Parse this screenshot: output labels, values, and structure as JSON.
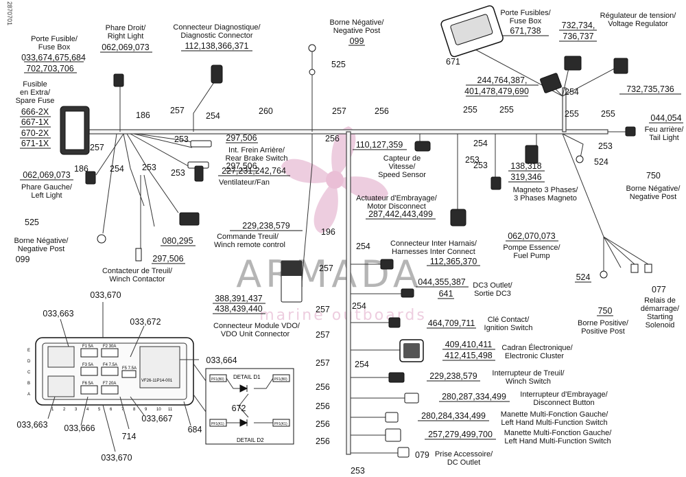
{
  "doc_id": "2870701",
  "labels": {
    "fuse_box_left": [
      "Porte Fusible/",
      "Fuse Box"
    ],
    "fuse_box_left_pn": [
      "033,674,675,684",
      "702,703,706"
    ],
    "spare_fuse": [
      "Fusible",
      "en Extra/",
      "Spare Fuse"
    ],
    "spare_fuse_pn": [
      "666-2X",
      "667-1X",
      "670-2X",
      "671-1X"
    ],
    "right_light": [
      "Phare Droit/",
      "Right Light"
    ],
    "right_light_pn": "062,069,073",
    "diag": [
      "Connecteur Diagnostique/",
      "Diagnostic Connector"
    ],
    "diag_pn": "112,138,366,371",
    "neg_post_top": [
      "Borne Négative/",
      "Negative Post"
    ],
    "neg_post_top_pn": "099",
    "fuse_box_right": [
      "Porte Fusibles/",
      "Fuse Box"
    ],
    "fuse_box_right_pn": "671,738",
    "regulator": [
      "Régulateur de tension/",
      "Voltage Regulator"
    ],
    "regulator_pn": [
      "732,734,",
      "736,737"
    ],
    "pn_671": "671",
    "pn_244": [
      "244,764,387,",
      "401,478,479,690"
    ],
    "pn_732b": "732,735,736",
    "tail_light": [
      "Feu arrière/",
      "Tail Light"
    ],
    "tail_light_pn": "044,054",
    "neg_post_right": [
      "Borne Négative/",
      "Negative Post"
    ],
    "pn_750a": "750",
    "pn_524a": "524",
    "rear_brake": [
      "Int. Frein Arrière/",
      "Rear Brake Switch"
    ],
    "rear_brake_pn": [
      "297,506",
      "297,506"
    ],
    "speed": [
      "Capteur de",
      "Vitesse/",
      "Speed Sensor"
    ],
    "speed_pn": "110,127,359",
    "magneto": [
      "Magneto 3 Phases/",
      "3 Phases Magneto"
    ],
    "magneto_pn": [
      "138,318",
      "319,346"
    ],
    "left_light": [
      "Phare Gauche/",
      "Left Light"
    ],
    "left_light_pn": "062,069,073",
    "fan": "Ventilateur/Fan",
    "fan_pn": "227,231,242,764",
    "winch_remote": [
      "Commande Treuil/",
      "Winch remote control"
    ],
    "winch_remote_pn": "229,238,579",
    "actuator": [
      "Actuateur d'Embrayage/",
      "Motor Disconnect"
    ],
    "actuator_pn": "287,442,443,499",
    "fuel_pump": [
      "Pompe Essence/",
      "Fuel Pump"
    ],
    "fuel_pump_pn": "062,070,073",
    "neg_post_left": [
      "Borne Négative/",
      "Negative Post"
    ],
    "neg_post_left_pn": "099",
    "pn_525a": "525",
    "pn_525b": "525",
    "pn_080": "080,295",
    "winch_contactor": [
      "Contacteur de Treuil/",
      "Winch Contactor"
    ],
    "winch_contactor_pn": "297,506",
    "inter_harness": [
      "Connecteur Inter Harnais/",
      "Harnesses Inter Connect"
    ],
    "inter_harness_pn": "112,365,370",
    "dc3": [
      "DC3 Outlet/",
      "Sortie DC3"
    ],
    "dc3_pn": [
      "044,355,387",
      "641"
    ],
    "vdo": [
      "Connecteur Module VDO/",
      "VDO Unit Connector"
    ],
    "vdo_pn": [
      "388,391,437",
      "438,439,440"
    ],
    "pn_196": "196",
    "ignition": [
      "Clé Contact/",
      "Ignition Switch"
    ],
    "ignition_pn": "464,709,711",
    "cluster": [
      "Cadran Électronique/",
      "Electronic Cluster"
    ],
    "cluster_pn": [
      "409,410,411",
      "412,415,498"
    ],
    "winch_switch": [
      "Interrupteur de Treuil/",
      "Winch Switch"
    ],
    "winch_switch_pn": "229,238,579",
    "disconnect_btn": [
      "Interrupteur d'Embrayage/",
      "Disconnect Button"
    ],
    "disconnect_btn_pn": "280,287,334,499",
    "mfs_left": [
      "Manette Multi-Fonction Gauche/",
      "Left Hand Multi-Function Switch"
    ],
    "mfs_left_pn_a": "280,284,334,499",
    "mfs_left_pn_b": "257,279,499,700",
    "dc_outlet": [
      "Prise Accessoire/",
      "DC Outlet"
    ],
    "dc_outlet_pn": "079",
    "pos_post": [
      "Borne Positive/",
      "Positive Post"
    ],
    "pos_post_pn": [
      "524",
      "750"
    ],
    "solenoid": [
      "Relais de",
      "démarrage/",
      "Starting",
      "Solenoid"
    ],
    "solenoid_pn": "077",
    "fusebox_detail": {
      "pn_670_top": "033,670",
      "pn_663_top": "033,663",
      "pn_672_top": "033,672",
      "pn_664": "033,664",
      "pn_663_bottom": "033,663",
      "pn_666": "033,666",
      "pn_714": "714",
      "pn_667": "033,667",
      "pn_670_bottom": "033,670",
      "pn_684": "684",
      "pn_672": "672",
      "detail_d1": "DETAIL D1",
      "detail_d2": "DETAIL D2",
      "pfi_labels": [
        "PF1(B0)",
        "PF1(B0)",
        "PF1(K1)",
        "PF1(K1)"
      ],
      "fuse_labels": [
        "F1 5A",
        "F2 30A",
        "F3 5A",
        "F4 7.5A",
        "F5 7.5A",
        "F6 5A",
        "F7 20A"
      ],
      "relay_label": "VF26-11P14-001",
      "col_numbers": [
        "1",
        "2",
        "3",
        "4",
        "5",
        "6",
        "7",
        "8",
        "9",
        "10",
        "11"
      ],
      "row_letters": [
        "E",
        "D",
        "C",
        "B",
        "A"
      ]
    }
  },
  "harness_codes": {
    "c186a": "186",
    "c186b": "186",
    "c257a": "257",
    "c254a": "254",
    "c260": "260",
    "c257b": "257",
    "c256a": "256",
    "c255a": "255",
    "c255b": "255",
    "c254b": "254",
    "c255c": "255",
    "c255d": "255",
    "c253a": "253",
    "c257c": "257",
    "c253b": "253",
    "c256b": "256",
    "c254c": "254",
    "c253c": "253",
    "c253d": "253",
    "c253e": "253",
    "c254d": "254",
    "c257d": "257",
    "c257e": "257",
    "c254e": "254",
    "c257f": "257",
    "c257g": "257",
    "c254f": "254",
    "c256c": "256",
    "c256d": "256",
    "c256e": "256",
    "c256f": "256",
    "c253f": "253",
    "c253g": "253"
  },
  "watermark": {
    "brand": "ARMADA",
    "tagline": "marine outboards",
    "color": "#d9a3bf"
  }
}
